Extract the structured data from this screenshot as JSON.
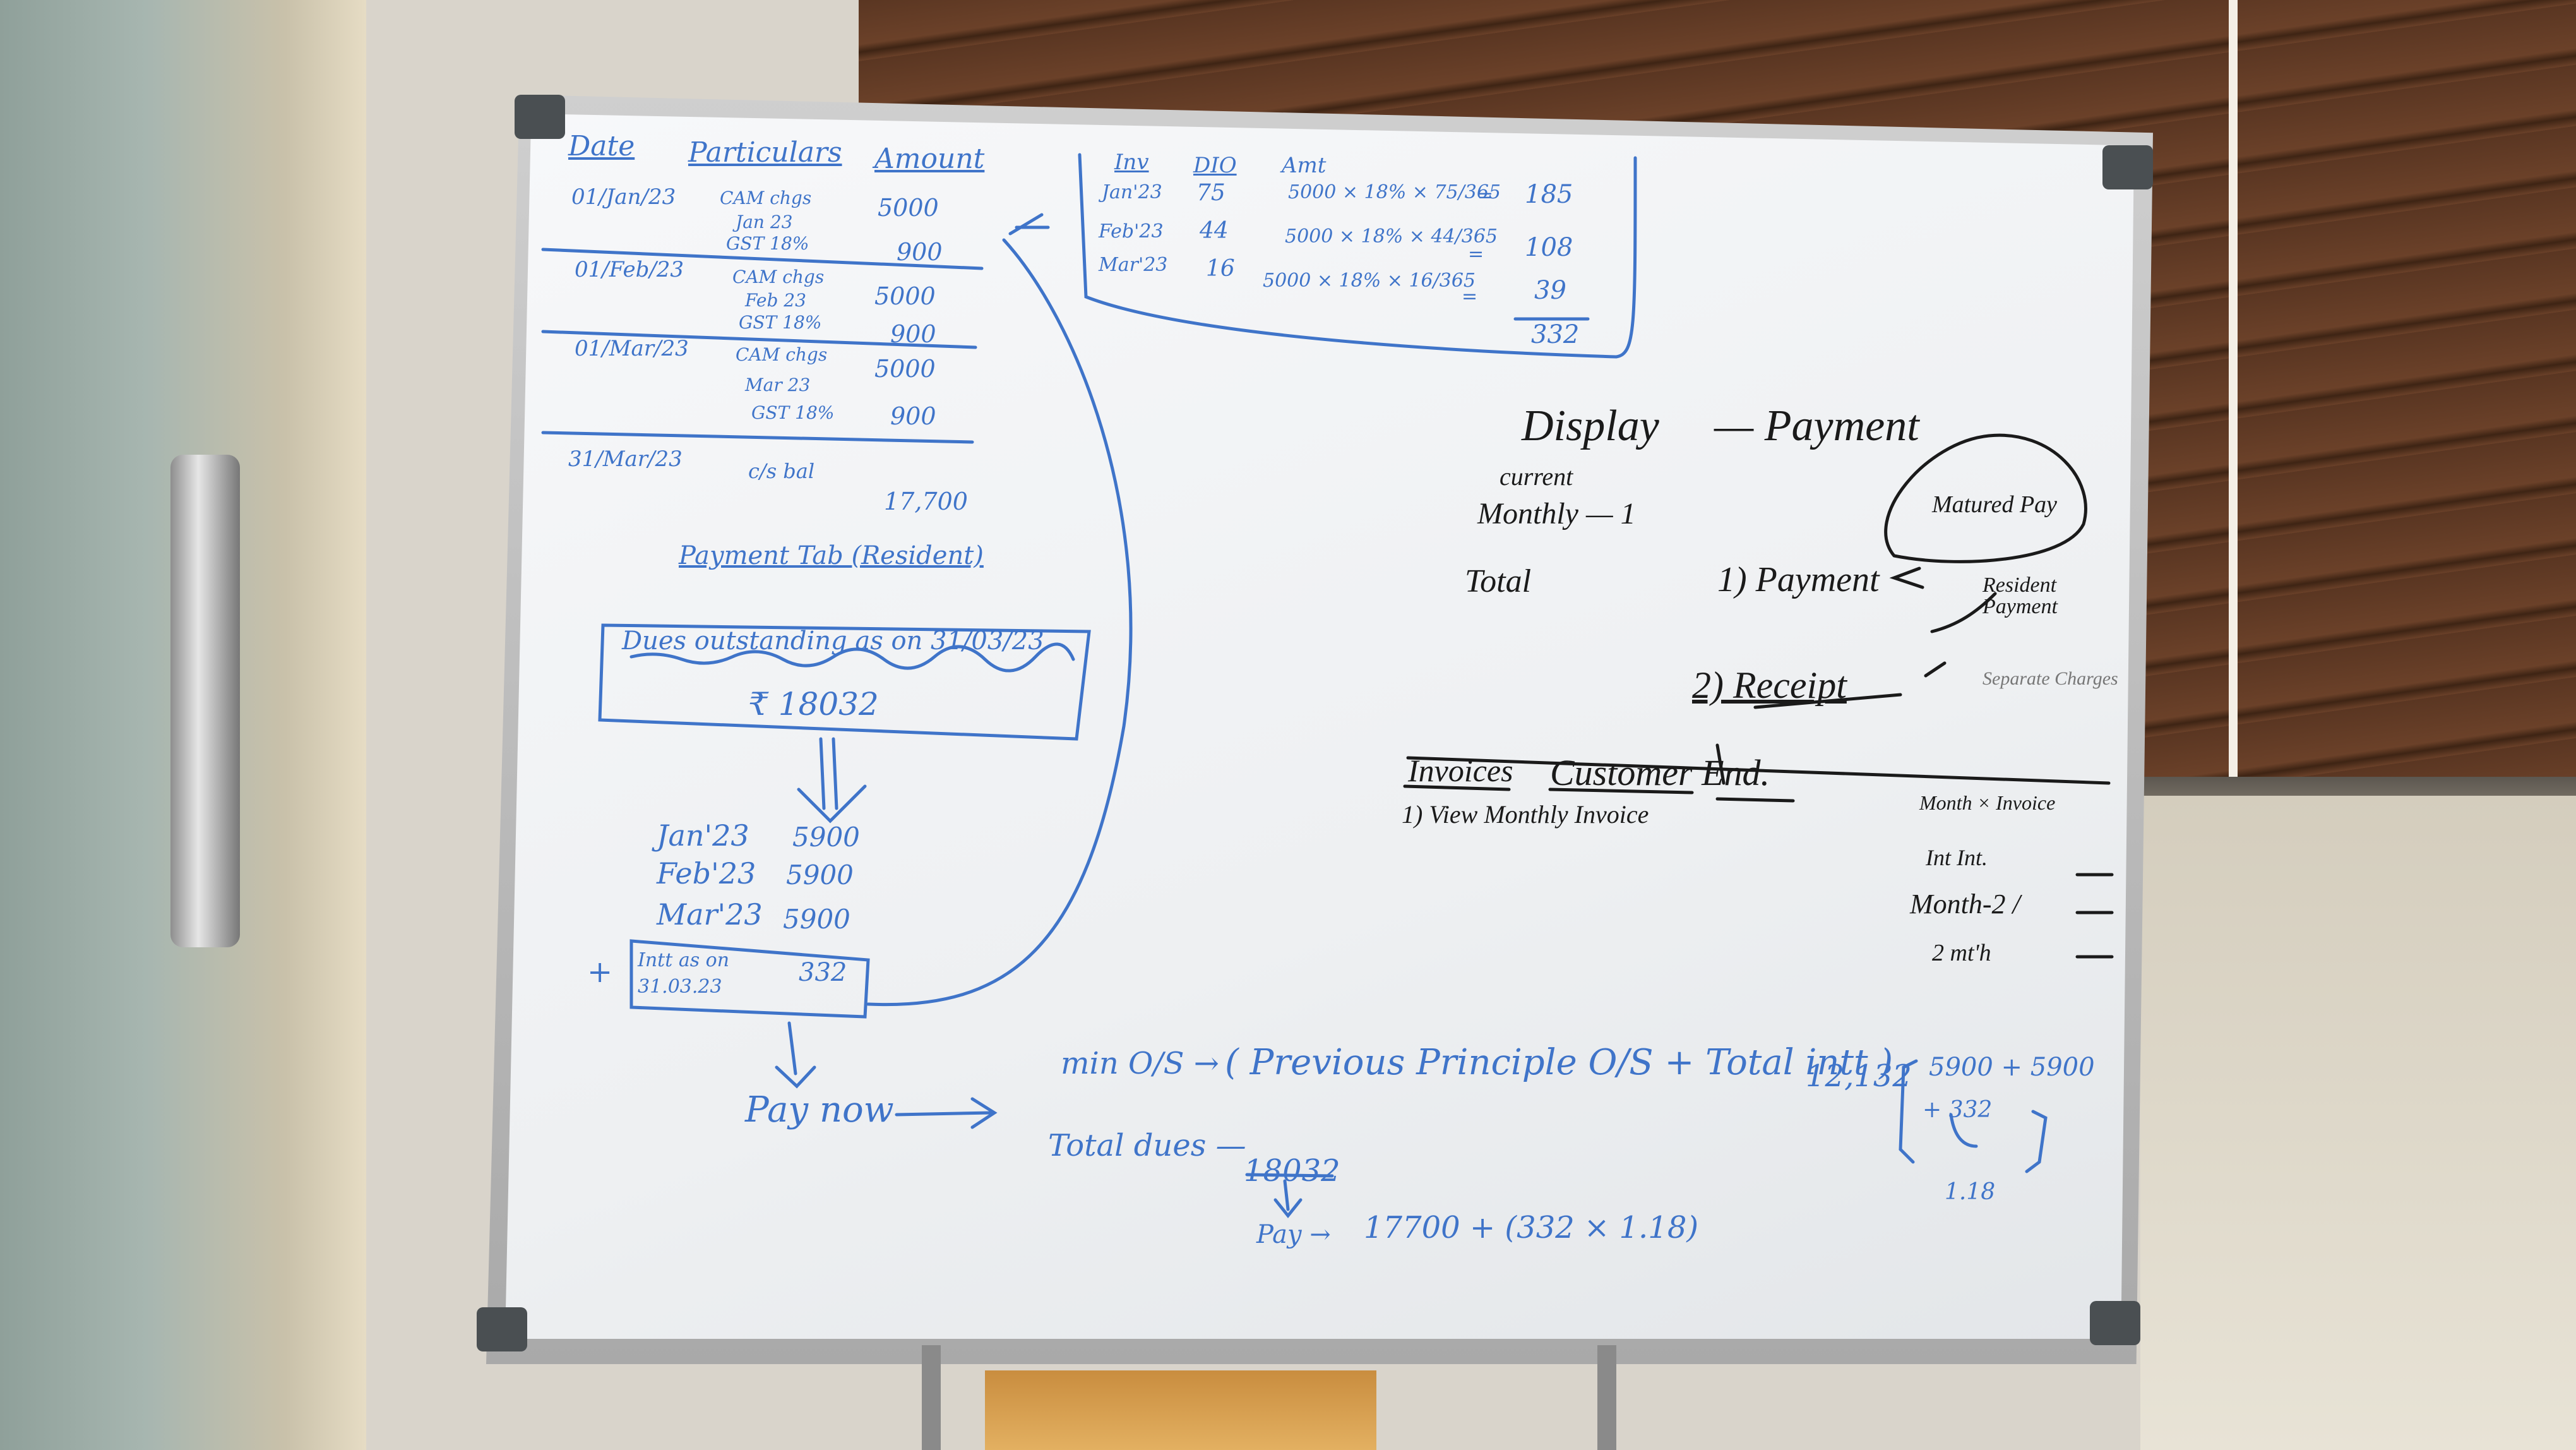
{
  "ledger": {
    "headers": {
      "date": "Date",
      "particulars": "Particulars",
      "amount": "Amount"
    },
    "rows": [
      {
        "date": "01/Jan/23",
        "lines": [
          "CAM chgs",
          "Jan 23",
          "GST 18%"
        ],
        "amounts": [
          "5000",
          "900"
        ]
      },
      {
        "date": "01/Feb/23",
        "lines": [
          "CAM chgs",
          "Feb 23",
          "GST 18%"
        ],
        "amounts": [
          "5000",
          "900"
        ]
      },
      {
        "date": "01/Mar/23",
        "lines": [
          "CAM chgs",
          "Mar 23",
          "GST 18%"
        ],
        "amounts": [
          "5000",
          "900"
        ]
      },
      {
        "date": "31/Mar/23",
        "lines": [
          "c/s bal"
        ],
        "amounts": [
          "17,700"
        ]
      }
    ]
  },
  "payment_tab": {
    "title": "Payment Tab (Resident)",
    "box_label": "Dues outstanding as on 31/03/23",
    "box_amount": "₹ 18032",
    "months": [
      {
        "label": "Jan'23",
        "amount": "5900"
      },
      {
        "label": "Feb'23",
        "amount": "5900"
      },
      {
        "label": "Mar'23",
        "amount": "5900"
      }
    ],
    "plus": "+",
    "interest_label": "Intt as on 31.03.23",
    "interest_amount": "332",
    "pay_now": "Pay now"
  },
  "interest_table": {
    "headers": {
      "inv": "Inv",
      "dio": "DIO",
      "amt": "Amt"
    },
    "rows": [
      {
        "inv": "Jan'23",
        "dio": "75",
        "formula": "5000 × 18% × 75/365",
        "eq": "=",
        "result": "185"
      },
      {
        "inv": "Feb'23",
        "dio": "44",
        "formula": "5000 × 18% × 44/365",
        "eq": "=",
        "result": "108"
      },
      {
        "inv": "Mar'23",
        "dio": "16",
        "formula": "5000 × 18% × 16/365",
        "eq": "=",
        "result": "39"
      }
    ],
    "total": "332"
  },
  "right_notes": {
    "display": "Display",
    "dash_payment": "— Payment",
    "list": [
      "current",
      "Monthly — 1",
      "Total"
    ],
    "payment": "1) Payment",
    "receipt": "2) Receipt",
    "matured": "Matured Pay",
    "resident": "Resident Payment",
    "separate": "Separate Charges",
    "invoices": "Invoices",
    "customer_end": "Customer End.",
    "view_monthly": "1) View Monthly Invoice",
    "month_rows": [
      "Month × Invoice",
      "Int Int.",
      "Month-2 /",
      "2 mt'h"
    ]
  },
  "bottom_notes": {
    "min_os": "min O/S →",
    "formula": "( Previous Principle O/S + Total intt )",
    "value_12132": "12,132",
    "bracket_sum": "5900 + 5900",
    "bracket_plus": "+ 332",
    "bracket_factor": "1.18",
    "total_dues": "Total dues —",
    "total_value": "18032",
    "pay": "Pay →",
    "pay_formula": "17700 + (332 × 1.18)"
  }
}
